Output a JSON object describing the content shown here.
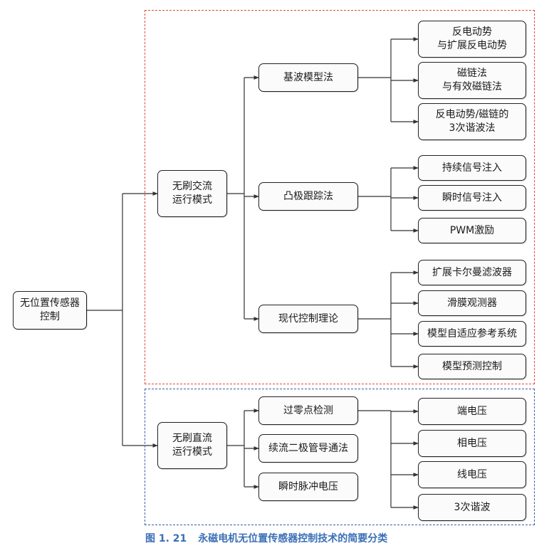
{
  "colors": {
    "ac_region_border": "#e04b3a",
    "dc_region_border": "#3a5da8",
    "caption_text": "#3b6fb6",
    "line": "#333333"
  },
  "root": {
    "line1": "无位置传感器",
    "line2": "控制"
  },
  "ac": {
    "mode": {
      "line1": "无刷交流",
      "line2": "运行模式"
    },
    "methods": [
      {
        "label": "基波模型法",
        "children": [
          {
            "line1": "反电动势",
            "line2": "与扩展反电动势"
          },
          {
            "line1": "磁链法",
            "line2": "与有效磁链法"
          },
          {
            "line1": "反电动势/磁链的",
            "line2": "3次谐波法"
          }
        ]
      },
      {
        "label": "凸极跟踪法",
        "children": [
          {
            "line1": "持续信号注入"
          },
          {
            "line1": "瞬时信号注入"
          },
          {
            "line1": "PWM激励"
          }
        ]
      },
      {
        "label": "现代控制理论",
        "children": [
          {
            "line1": "扩展卡尔曼滤波器"
          },
          {
            "line1": "滑膜观测器"
          },
          {
            "line1": "模型自适应参考系统"
          },
          {
            "line1": "模型预测控制"
          }
        ]
      }
    ]
  },
  "dc": {
    "mode": {
      "line1": "无刷直流",
      "line2": "运行模式"
    },
    "methods": [
      {
        "label": "过零点检测"
      },
      {
        "label": "续流二极管导通法"
      },
      {
        "label": "瞬时脉冲电压"
      }
    ],
    "zero_crossing_children": [
      {
        "line1": "端电压"
      },
      {
        "line1": "相电压"
      },
      {
        "line1": "线电压"
      },
      {
        "line1": "3次谐波"
      }
    ]
  },
  "caption": {
    "figure_no": "图 1. 21",
    "title": "永磁电机无位置传感器控制技术的简要分类"
  }
}
